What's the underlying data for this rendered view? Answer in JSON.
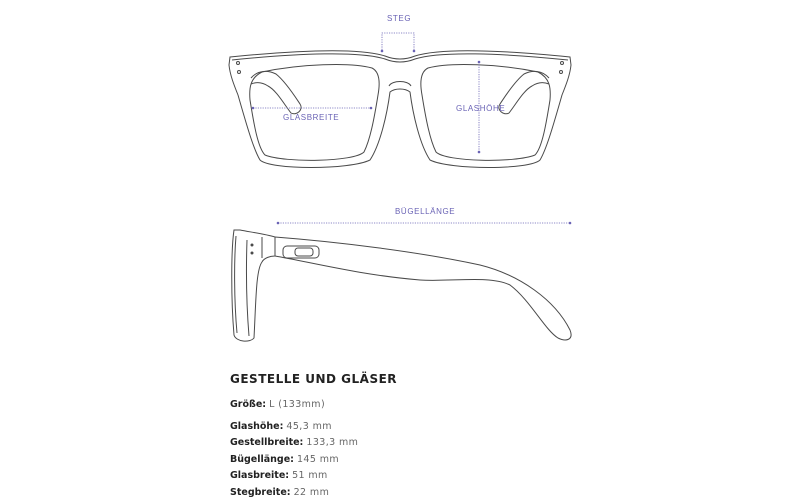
{
  "diagram": {
    "front_view": {
      "labels": {
        "bridge": "STEG",
        "lens_width": "GLASBREITE",
        "lens_height": "GLASHÖHE"
      }
    },
    "side_view": {
      "labels": {
        "temple_length": "BÜGELLÄNGE"
      }
    },
    "colors": {
      "outline": "#4a4a4a",
      "dimension": "#6a63b5"
    }
  },
  "specs": {
    "title": "GESTELLE UND GLÄSER",
    "size": {
      "label": "Größe:",
      "value": "L (133mm)"
    },
    "rows": [
      {
        "label": "Glashöhe:",
        "value": "45,3 mm"
      },
      {
        "label": "Gestellbreite:",
        "value": "133,3 mm"
      },
      {
        "label": "Bügellänge:",
        "value": "145 mm"
      },
      {
        "label": "Glasbreite:",
        "value": "51 mm"
      },
      {
        "label": "Stegbreite:",
        "value": "22 mm"
      }
    ]
  }
}
